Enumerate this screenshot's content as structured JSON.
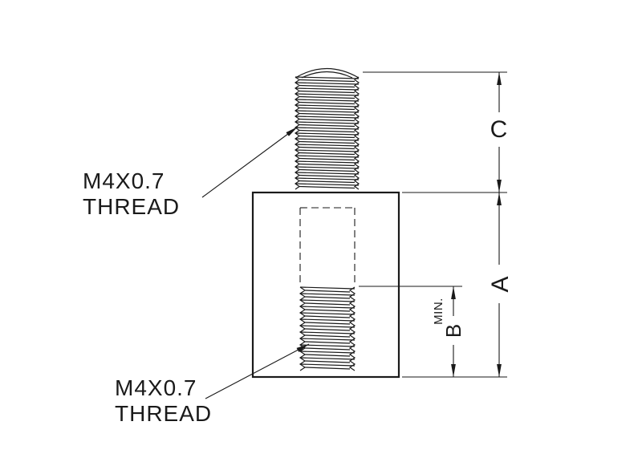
{
  "drawing": {
    "callout_top": {
      "line1": "M4X0.7",
      "line2": "THREAD"
    },
    "callout_bottom": {
      "line1": "M4X0.7",
      "line2": "THREAD"
    },
    "dims": {
      "c": "C",
      "a": "A",
      "b": "B",
      "b_qualifier": "MIN."
    }
  },
  "colors": {
    "line": "#1a1a1a",
    "background": "#ffffff"
  }
}
